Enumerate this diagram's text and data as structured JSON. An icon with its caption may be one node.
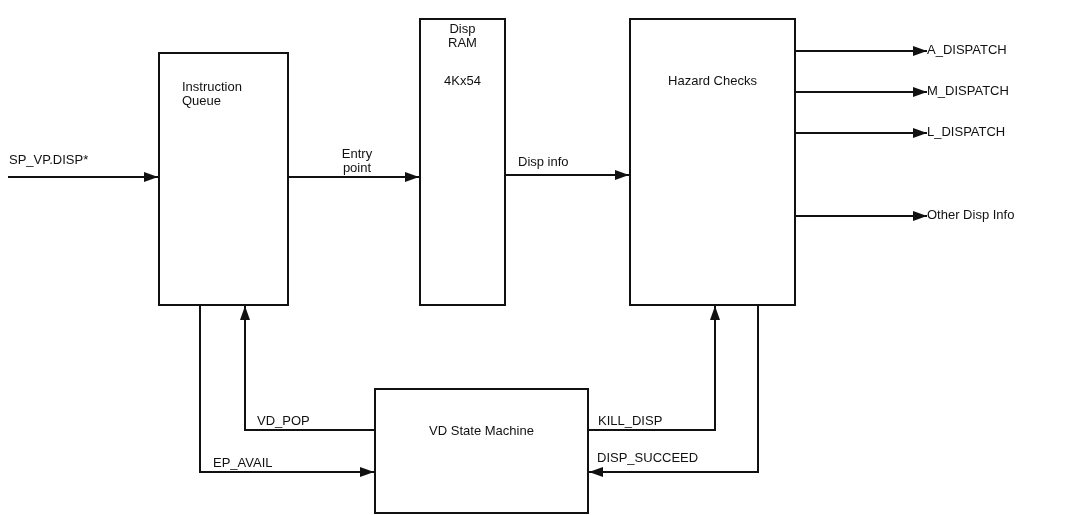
{
  "diagram": {
    "nodes": [
      {
        "text": [
          "Instruction Queue"
        ]
      },
      {
        "text": [
          "Disp RAM",
          "4Kx54"
        ]
      },
      {
        "text": [
          "Hazard Checks"
        ]
      },
      {
        "text": [
          "VD State Machine"
        ]
      },
      {
        "text": [
          "A_DISPATCH"
        ]
      },
      {
        "text": [
          "M_DISPATCH"
        ]
      },
      {
        "text": [
          "L_DISPATCH"
        ]
      },
      {
        "text": [
          "Other Disp Info"
        ]
      }
    ],
    "edges": [
      {
        "from": null,
        "to": 0,
        "arrow": "to",
        "label": "SP_VP.DISP*"
      },
      {
        "from": 0,
        "to": 1,
        "arrow": "to",
        "label": "Entry point"
      },
      {
        "from": 1,
        "to": 2,
        "arrow": "to",
        "label": "Disp info"
      },
      {
        "from": 2,
        "to": 4,
        "arrow": "to"
      },
      {
        "from": 2,
        "to": 5,
        "arrow": "to"
      },
      {
        "from": 2,
        "to": 6,
        "arrow": "to"
      },
      {
        "from": 2,
        "to": 7,
        "arrow": "to"
      },
      {
        "from": 3,
        "to": 0,
        "arrow": "to",
        "label": "VD_POP"
      },
      {
        "from": 0,
        "to": 3,
        "arrow": "to",
        "label": "EP_AVAIL"
      },
      {
        "from": 3,
        "to": 2,
        "arrow": "to",
        "label": "KILL_DISP"
      },
      {
        "from": 2,
        "to": 3,
        "arrow": "to",
        "label": "DISP_SUCCEED"
      }
    ]
  }
}
